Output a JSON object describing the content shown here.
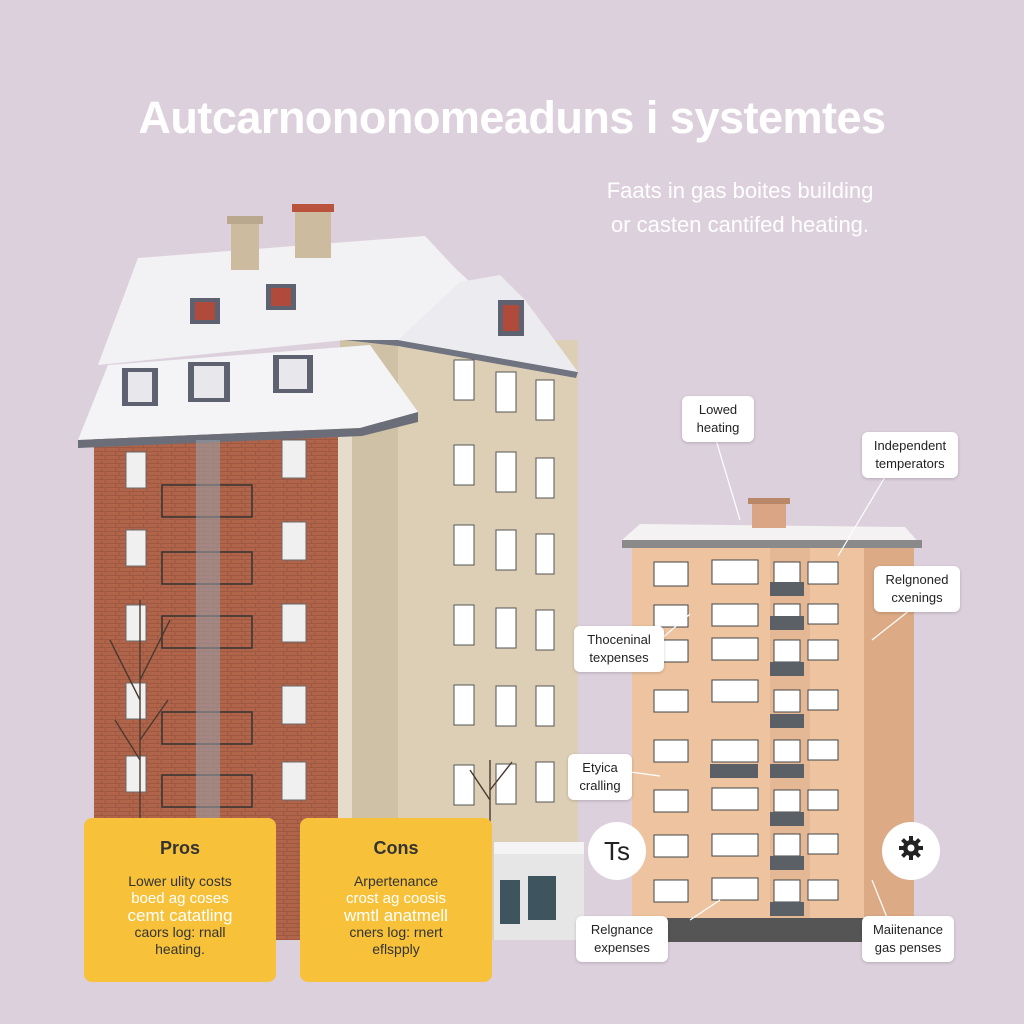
{
  "header": {
    "title": "Autcarnononomeaduns i systemtes",
    "subtitle": "Faats in gas boites building\nor casten cantifed heating."
  },
  "callouts": {
    "lowed_heating": "Lowed\nheating",
    "independent_temperators": "Independent\ntemperators",
    "reignoned_cxenings": "Relgnoned\ncxenings",
    "thoceninal_texpenses": "Thoceninal\ntexpenses",
    "etyica_cralling": "Etyica\ncralling",
    "reignance_expenses": "Relgnance\nexpenses",
    "maiitenance_gas_penses": "Maiitenance\ngas penses"
  },
  "cards": {
    "pros": {
      "title": "Pros",
      "lines": [
        "Lower ulity costs",
        "boed ag coses",
        "cemt catatling",
        "caors log: rnall",
        "heating."
      ]
    },
    "cons": {
      "title": "Cons",
      "lines": [
        "Arpertenance",
        "crost ag coosis",
        "wmtl anatmell",
        "cners log: rnert",
        "eflspply"
      ]
    }
  },
  "badges": {
    "ts": "Ts",
    "gear_icon": "gear-icon"
  },
  "colors": {
    "background": "#dcd0dc",
    "card_yellow": "#f7c23a",
    "brick": "#b0654a",
    "beige": "#dccfb5",
    "peach": "#edc3a0"
  }
}
